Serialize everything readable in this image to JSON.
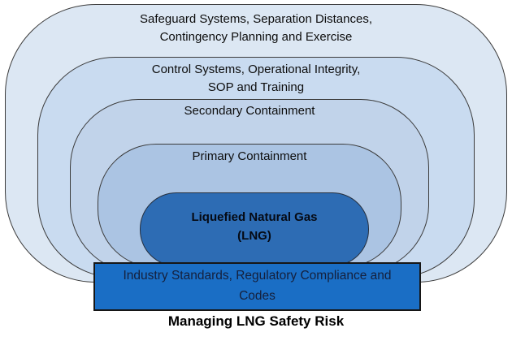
{
  "diagram": {
    "layers": [
      {
        "id": "safeguard",
        "line1": "Safeguard Systems, Separation Distances,",
        "line2": "Contingency Planning and Exercise",
        "fill": "#dce7f3"
      },
      {
        "id": "control",
        "line1": "Control Systems, Operational Integrity,",
        "line2": "SOP and Training",
        "fill": "#c9dbf0"
      },
      {
        "id": "secondary",
        "line1": "Secondary Containment",
        "fill": "#c1d3ea"
      },
      {
        "id": "primary",
        "line1": "Primary Containment",
        "fill": "#abc4e3"
      },
      {
        "id": "lng",
        "line1": "Liquefied Natural Gas",
        "line2": "(LNG)",
        "fill": "#2d6cb4"
      }
    ],
    "base": {
      "line1": "Industry Standards, Regulatory Compliance and",
      "line2": "Codes",
      "fill": "#1a6ec5",
      "text_color": "#15203c"
    },
    "caption": "Managing LNG Safety Risk",
    "colors": {
      "outline": "#3b3b3b",
      "background": "#ffffff",
      "text": "#000000"
    }
  }
}
